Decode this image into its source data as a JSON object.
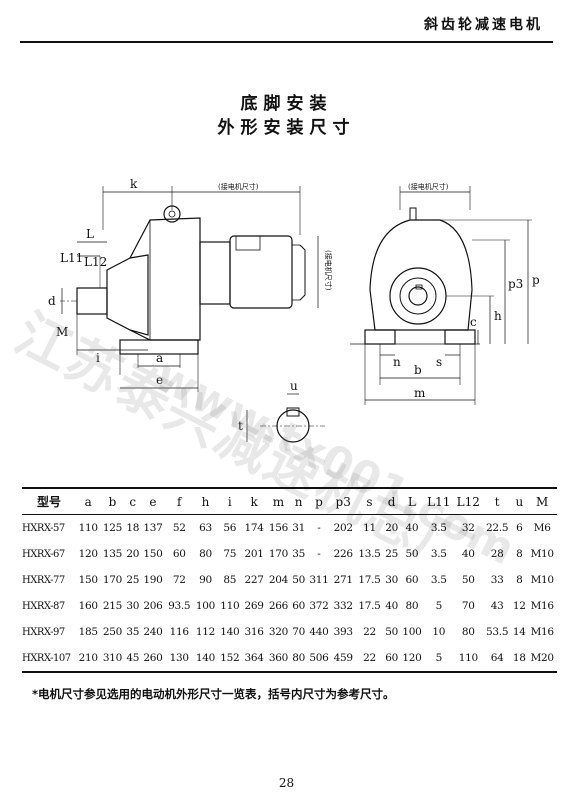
{
  "header": {
    "title": "斜齿轮减速电机"
  },
  "titles": {
    "line1": "底脚安装",
    "line2": "外形安装尺寸"
  },
  "drawing": {
    "motor_dim_note_side": "(接电机尺寸)",
    "motor_dim_note_front": "(接电机尺寸)",
    "motor_dim_note_vertical": "(接电机尺寸)",
    "labels": {
      "k": "k",
      "L": "L",
      "L11": "L11",
      "L12": "L12",
      "d": "d",
      "M": "M",
      "i": "i",
      "a": "a",
      "e": "e",
      "p3": "p3",
      "p": "p",
      "c": "c",
      "h": "h",
      "n": "n",
      "s": "s",
      "b": "b",
      "m": "m",
      "u": "u",
      "t": "t"
    }
  },
  "watermark": {
    "text": "江苏泰兴减速机总厂",
    "url": "www.tx001.com"
  },
  "table": {
    "columns": [
      "型号",
      "a",
      "b",
      "c",
      "e",
      "f",
      "h",
      "i",
      "k",
      "m",
      "n",
      "p",
      "p3",
      "s",
      "d",
      "L",
      "L11",
      "L12",
      "t",
      "u",
      "M"
    ],
    "rows": [
      [
        "HXRX-57",
        "110",
        "125",
        "18",
        "137",
        "52",
        "63",
        "56",
        "174",
        "156",
        "31",
        "-",
        "202",
        "11",
        "20",
        "40",
        "3.5",
        "32",
        "22.5",
        "6",
        "M6"
      ],
      [
        "HXRX-67",
        "120",
        "135",
        "20",
        "150",
        "60",
        "80",
        "75",
        "201",
        "170",
        "35",
        "-",
        "226",
        "13.5",
        "25",
        "50",
        "3.5",
        "40",
        "28",
        "8",
        "M10"
      ],
      [
        "HXRX-77",
        "150",
        "170",
        "25",
        "190",
        "72",
        "90",
        "85",
        "227",
        "204",
        "50",
        "311",
        "271",
        "17.5",
        "30",
        "60",
        "3.5",
        "50",
        "33",
        "8",
        "M10"
      ],
      [
        "HXRX-87",
        "160",
        "215",
        "30",
        "206",
        "93.5",
        "100",
        "110",
        "269",
        "266",
        "60",
        "372",
        "332",
        "17.5",
        "40",
        "80",
        "5",
        "70",
        "43",
        "12",
        "M16"
      ],
      [
        "HXRX-97",
        "185",
        "250",
        "35",
        "240",
        "116",
        "112",
        "140",
        "316",
        "320",
        "70",
        "440",
        "393",
        "22",
        "50",
        "100",
        "10",
        "80",
        "53.5",
        "14",
        "M16"
      ],
      [
        "HXRX-107",
        "210",
        "310",
        "45",
        "260",
        "130",
        "140",
        "152",
        "364",
        "360",
        "80",
        "506",
        "459",
        "22",
        "60",
        "120",
        "5",
        "110",
        "64",
        "18",
        "M20"
      ]
    ]
  },
  "note": "*电机尺寸参见选用的电动机外形尺寸一览表，括号内尺寸为参考尺寸。",
  "page_number": "28"
}
